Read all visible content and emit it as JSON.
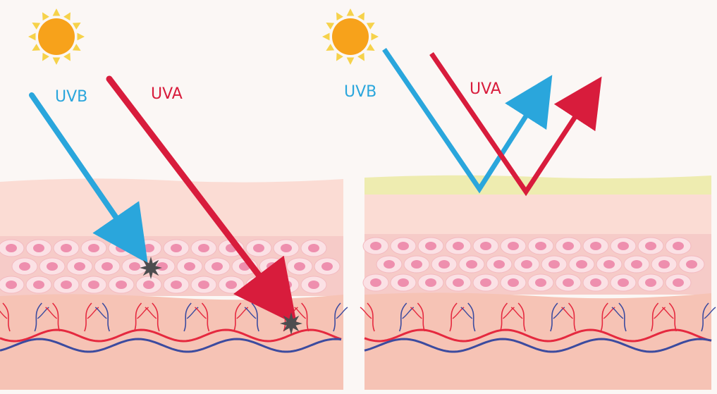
{
  "panels": [
    {
      "id": "unprotected",
      "uvb_label": "UVB",
      "uva_label": "UVA"
    },
    {
      "id": "protected",
      "uvb_label": "UVB",
      "uva_label": "UVA"
    }
  ],
  "colors": {
    "uvb": "#2aa6dc",
    "uva": "#d81c3c",
    "sun": "#f7a21b",
    "sun_rays": "#f6d24a",
    "sunscreen": "#eeecb0",
    "epidermis": "#fbdcd4",
    "cells_band": "#f6cbc8",
    "cell": "#fbe1e5",
    "nucleus": "#ee8fae",
    "dermis": "#f6c3b5",
    "artery": "#e5293f",
    "vein": "#3c4b9f",
    "damage": "#4d4d4f"
  },
  "icons": {
    "sun": "sun-icon",
    "damage": "starburst-damage-icon"
  }
}
